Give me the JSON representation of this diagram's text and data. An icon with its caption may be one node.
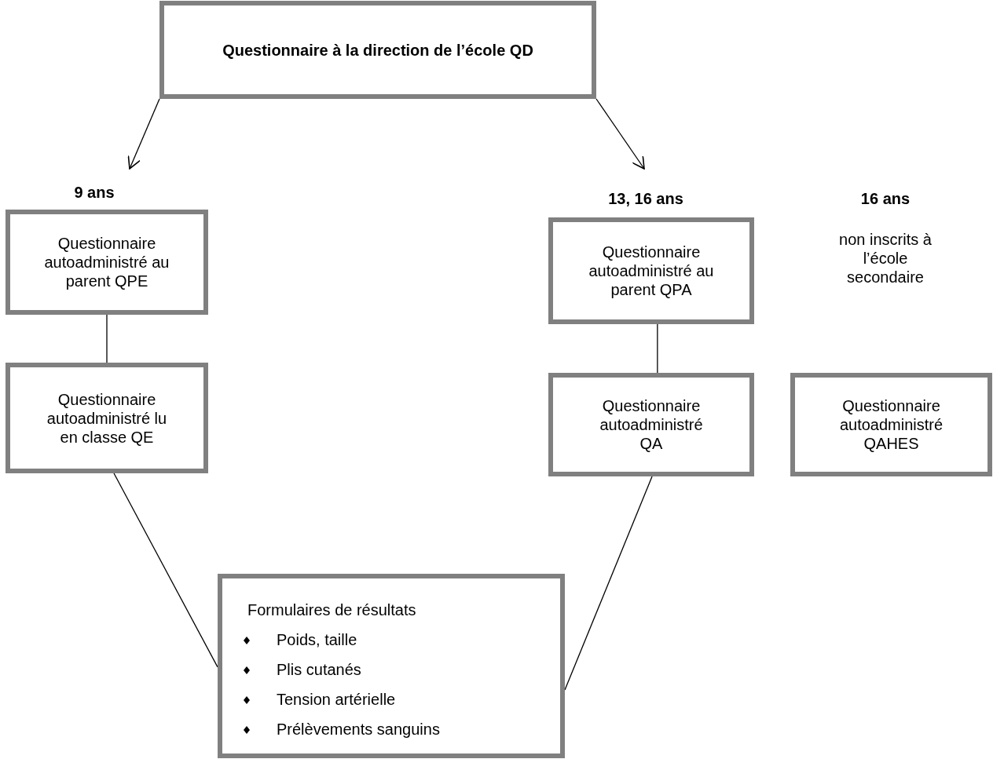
{
  "diagram": {
    "nodes": [
      {
        "text": [
          "Questionnaire à la direction de l’école QD"
        ]
      },
      {
        "text": [
          "Questionnaire autoadministré au parent QPE"
        ],
        "beside": [
          "9 ans"
        ]
      },
      {
        "text": [
          "Questionnaire autoadministré lu en classe QE"
        ]
      },
      {
        "text": [
          "Questionnaire autoadministré au parent QPA"
        ],
        "beside": [
          "13, 16 ans"
        ]
      },
      {
        "text": [
          "Questionnaire autoadministré QA"
        ]
      },
      {
        "text": [
          "Questionnaire autoadministré QAHES"
        ],
        "beside": [
          "16 ans",
          "non inscrits à l’école secondaire"
        ]
      },
      {
        "text": [
          "Formulaires de résultats",
          "Poids, taille",
          "Plis cutanés",
          "Tension artérielle",
          "Prélèvements sanguins"
        ]
      }
    ],
    "edges": [
      {
        "from": 0,
        "to": 1,
        "arrow": "to"
      },
      {
        "from": 0,
        "to": 3,
        "arrow": "to"
      },
      {
        "from": 1,
        "to": 2,
        "arrow": "none"
      },
      {
        "from": 3,
        "to": 4,
        "arrow": "none"
      },
      {
        "from": 2,
        "to": 6,
        "arrow": "none"
      },
      {
        "from": 4,
        "to": 6,
        "arrow": "none"
      }
    ]
  }
}
